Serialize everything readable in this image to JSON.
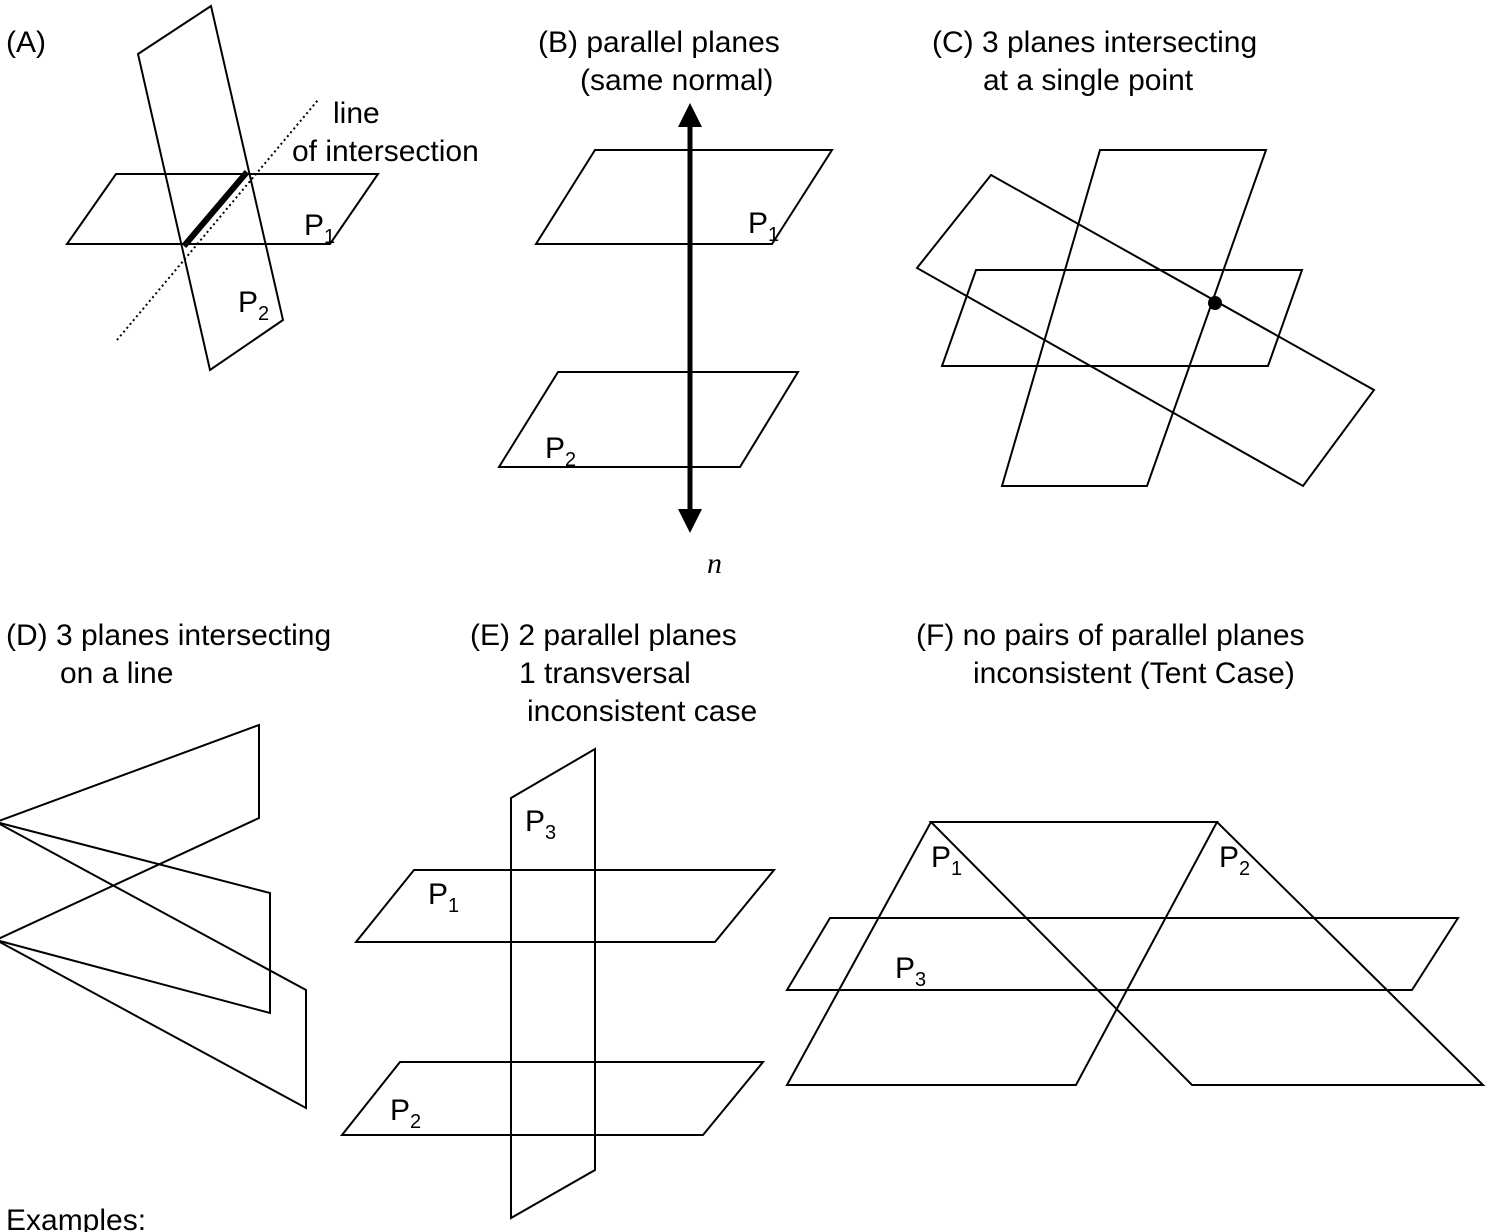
{
  "panels": {
    "a": {
      "title": "(A)",
      "annotation_line1": "line",
      "annotation_line2": "of intersection",
      "p1": "P",
      "p1_sub": "1",
      "p2": "P",
      "p2_sub": "2"
    },
    "b": {
      "title_line1": "(B)  parallel planes",
      "title_line2": "(same normal)",
      "p1": "P",
      "p1_sub": "1",
      "p2": "P",
      "p2_sub": "2",
      "normal_label": "n⃗"
    },
    "c": {
      "title_line1": "(C) 3 planes intersecting",
      "title_line2": "at a single point"
    },
    "d": {
      "title_line1": "(D) 3 planes intersecting",
      "title_line2": "on a line"
    },
    "e": {
      "title_line1": "(E) 2 parallel planes",
      "title_line2": "1 transversal",
      "title_line3": "inconsistent case",
      "p1": "P",
      "p1_sub": "1",
      "p2": "P",
      "p2_sub": "2",
      "p3": "P",
      "p3_sub": "3"
    },
    "f": {
      "title_line1": "(F) no pairs of parallel planes",
      "title_line2": "inconsistent (Tent Case)",
      "p1": "P",
      "p1_sub": "1",
      "p2": "P",
      "p2_sub": "2",
      "p3": "P",
      "p3_sub": "3"
    }
  },
  "footer": {
    "examples_label": "Examples:"
  }
}
